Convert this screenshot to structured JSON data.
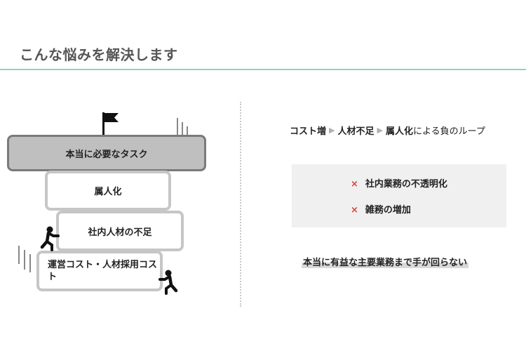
{
  "slide": {
    "title": "こんな悩みを解決します"
  },
  "stack": {
    "top": "本当に必要なタスク",
    "level2": "属人化",
    "level3": "社内人材の不足",
    "level4": "運営コスト・人材採用コスト"
  },
  "loop": {
    "item1": "コスト増",
    "item2": "人材不足",
    "item3": "属人化",
    "suffix": "による負のループ",
    "arrow_icon": "triangle-right-icon"
  },
  "issues": {
    "marker": "×",
    "items": [
      "社内業務の不透明化",
      "雑務の増加"
    ]
  },
  "conclusion": "本当に有益な主要業務まで手が回らない",
  "colors": {
    "accent_rule": "#8fd4c4",
    "marker_red": "#e0403a",
    "top_box_fill": "#bfbfbf",
    "box_border": "#c6c6c6"
  }
}
